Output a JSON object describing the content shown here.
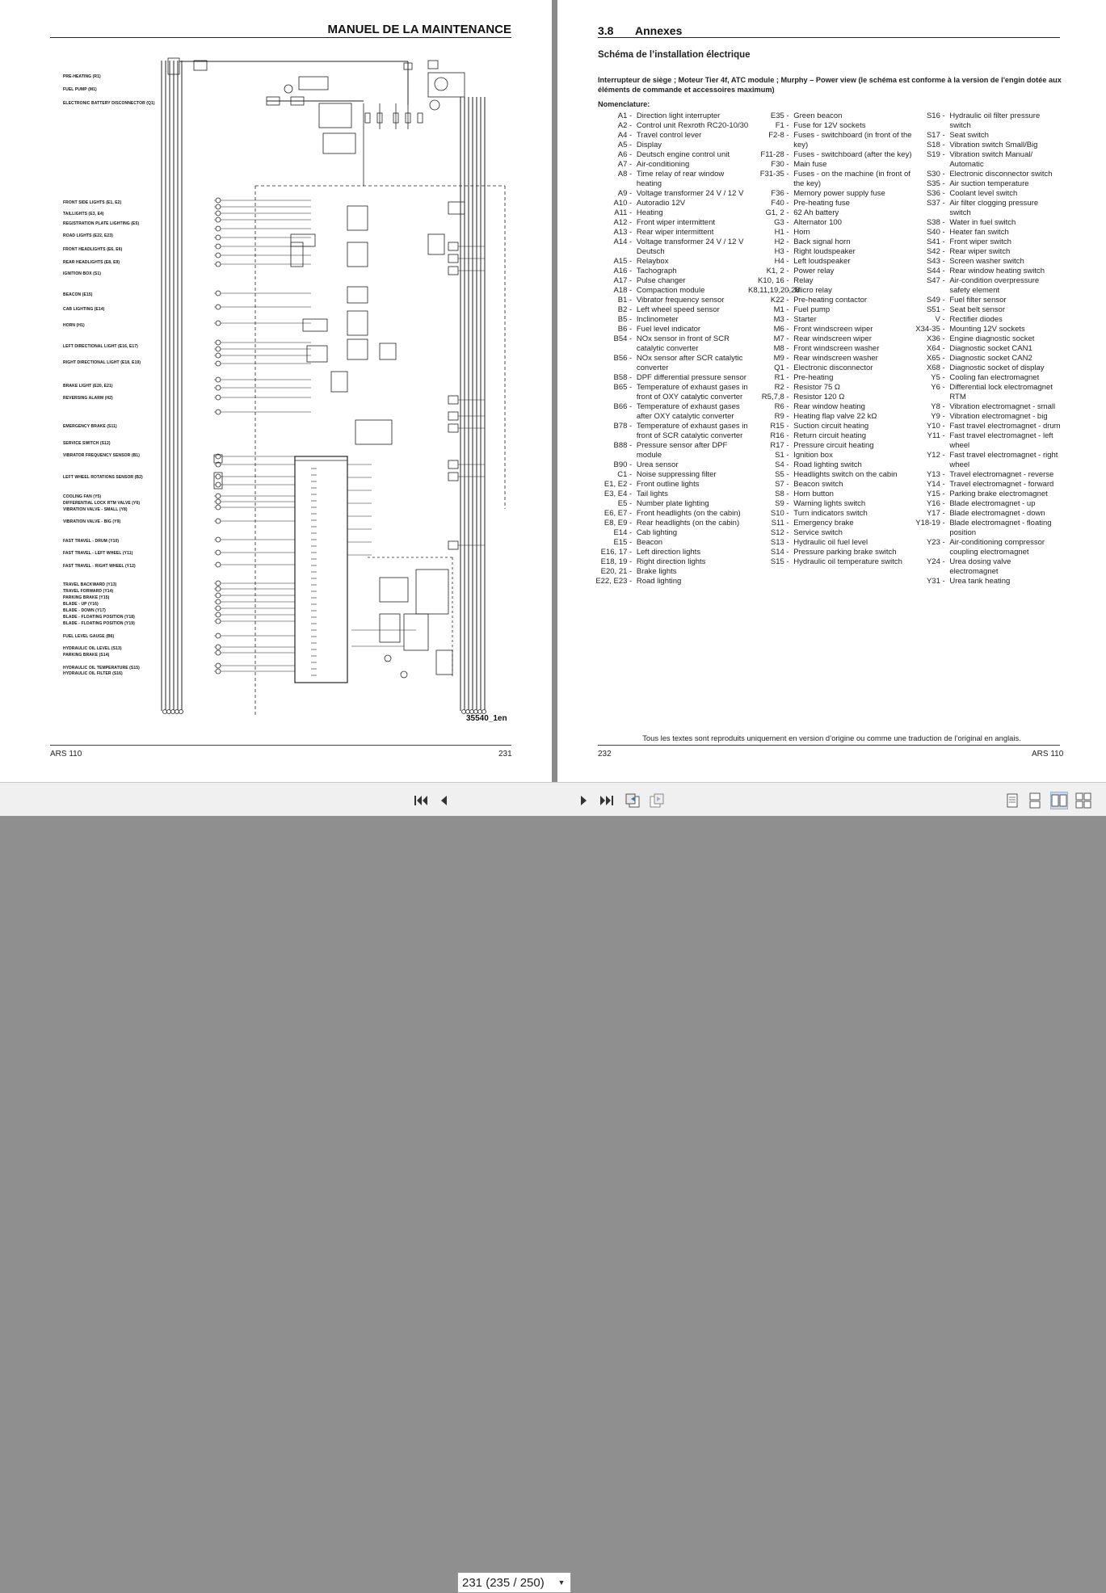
{
  "left_page": {
    "header": "MANUEL DE LA MAINTENANCE",
    "footer_left": "ARS 110",
    "footer_right": "231",
    "drawing_number": "35540_1en",
    "schematic_labels": [
      "PRE-HEATING (R1)",
      "FUEL PUMP (M1)",
      "ELECTRONIC BATTERY DISCONNECTOR (Q1)",
      "FRONT SIDE LIGHTS (E1, E2)",
      "TAILLIGHTS (E3, E4)",
      "REGISTRATION PLATE LIGHTING (E5)",
      "ROAD LIGHTS (E22, E23)",
      "FRONT HEADLIGHTS (E6, E6)",
      "REAR HEADLIGHTS (E8, E9)",
      "IGNITION BOX (S1)",
      "BEACON (E15)",
      "CAB LIGHTING (E14)",
      "HORN (H1)",
      "LEFT DIRECTIONAL LIGHT (E16, E17)",
      "RIGHT DIRECTIONAL LIGHT (E18, E19)",
      "BRAKE LIGHT (E20, E21)",
      "REVERSING ALARM (H2)",
      "EMERGENCY BRAKE (S11)",
      "SERVICE SWITCH (S12)",
      "VIBRATOR FREQUENCY SENSOR (B1)",
      "LEFT WHEEL ROTATIONS SENSOR (B2)",
      "COOLING FAN (Y5)",
      "DIFFERENTIAL LOCK RTM VALVE (Y6)",
      "VIBRATION VALVE - SMALL (Y8)",
      "VIBRATION VALVE - BIG (Y9)",
      "FAST TRAVEL - DRUM (Y10)",
      "FAST TRAVEL - LEFT WHEEL (Y11)",
      "FAST TRAVEL - RIGHT WHEEL (Y12)",
      "TRAVEL BACKWARD (Y13)",
      "TRAVEL FORWARD (Y14)",
      "PARKING BRAKE (Y15)",
      "BLADE - UP (Y16)",
      "BLADE - DOWN (Y17)",
      "BLADE - FLOATING POSITION (Y18)",
      "BLADE - FLOATING POSITION (Y19)",
      "FUEL LEVEL GAUGE (B6)",
      "HYDRAULIC OIL LEVEL (S13)",
      "PARKING BRAKE (S14)",
      "HYDRAULIC OIL TEMPERATURE (S15)",
      "HYDRAULIC OIL FILTER (S16)"
    ]
  },
  "right_page": {
    "section_number": "3.8",
    "section_title": "Annexes",
    "subtitle": "Schéma de l’installation électrique",
    "intro": "Interrupteur de siège ; Moteur Tier 4f, ATC module ; Murphy – Power view (le schéma est conforme à la version de l'engin dotée aux éléments de commande et accessoires maximum)",
    "nomenclature_label": "Nomenclature:",
    "columns": [
      [
        {
          "code": "A1",
          "desc": "Direction light interrupter"
        },
        {
          "code": "A2",
          "desc": "Control unit Rexroth RC20-10/30"
        },
        {
          "code": "A4",
          "desc": "Travel control lever"
        },
        {
          "code": "A5",
          "desc": "Display"
        },
        {
          "code": "A6",
          "desc": "Deutsch engine control unit"
        },
        {
          "code": "A7",
          "desc": "Air-conditioning"
        },
        {
          "code": "A8",
          "desc": "Time relay of rear window heating"
        },
        {
          "code": "A9",
          "desc": "Voltage transformer 24 V / 12 V"
        },
        {
          "code": "A10",
          "desc": "Autoradio 12V"
        },
        {
          "code": "A11",
          "desc": "Heating"
        },
        {
          "code": "A12",
          "desc": "Front wiper intermittent"
        },
        {
          "code": "A13",
          "desc": "Rear wiper intermittent"
        },
        {
          "code": "A14",
          "desc": "Voltage transformer 24 V / 12 V Deutsch"
        },
        {
          "code": "A15",
          "desc": "Relaybox"
        },
        {
          "code": "A16",
          "desc": "Tachograph"
        },
        {
          "code": "A17",
          "desc": "Pulse changer"
        },
        {
          "code": "A18",
          "desc": "Compaction module"
        },
        {
          "code": "B1",
          "desc": "Vibrator frequency sensor"
        },
        {
          "code": "B2",
          "desc": "Left wheel speed sensor"
        },
        {
          "code": "B5",
          "desc": "Inclinometer"
        },
        {
          "code": "B6",
          "desc": "Fuel level indicator"
        },
        {
          "code": "B54",
          "desc": "NOx sensor in front of SCR catalytic converter"
        },
        {
          "code": "B56",
          "desc": "NOx sensor after SCR catalytic converter"
        },
        {
          "code": "B58",
          "desc": "DPF differential pressure sensor"
        },
        {
          "code": "B65",
          "desc": "Temperature of exhaust gases in front of OXY catalytic converter"
        },
        {
          "code": "B66",
          "desc": "Temperature of exhaust gases after OXY catalytic converter"
        },
        {
          "code": "B78",
          "desc": "Temperature of exhaust gases in front of SCR catalytic converter"
        },
        {
          "code": "B88",
          "desc": "Pressure sensor after DPF module"
        },
        {
          "code": "B90",
          "desc": "Urea sensor"
        },
        {
          "code": "C1",
          "desc": "Noise suppressing filter"
        },
        {
          "code": "E1, E2",
          "desc": "Front outline lights"
        },
        {
          "code": "E3, E4",
          "desc": "Tail lights"
        },
        {
          "code": "E5",
          "desc": "Number plate lighting"
        },
        {
          "code": "E6, E7",
          "desc": "Front headlights (on the cabin)"
        },
        {
          "code": "E8, E9",
          "desc": "Rear headlights (on the cabin)"
        },
        {
          "code": "E14",
          "desc": "Cab lighting"
        },
        {
          "code": "E15",
          "desc": "Beacon"
        },
        {
          "code": "E16, 17",
          "desc": "Left direction lights"
        },
        {
          "code": "E18, 19",
          "desc": "Right direction lights"
        },
        {
          "code": "E20, 21",
          "desc": "Brake lights"
        },
        {
          "code": "E22, E23",
          "desc": "Road lighting"
        }
      ],
      [
        {
          "code": "E35",
          "desc": "Green beacon"
        },
        {
          "code": "F1",
          "desc": "Fuse for 12V sockets"
        },
        {
          "code": "F2-8",
          "desc": "Fuses - switchboard (in front of the key)"
        },
        {
          "code": "F11-28",
          "desc": "Fuses - switchboard (after the key)"
        },
        {
          "code": "F30",
          "desc": "Main fuse"
        },
        {
          "code": "F31-35",
          "desc": "Fuses - on the machine (in front of the key)"
        },
        {
          "code": "F36",
          "desc": "Memory power supply fuse"
        },
        {
          "code": "F40",
          "desc": "Pre-heating fuse"
        },
        {
          "code": "G1, 2",
          "desc": "62 Ah battery"
        },
        {
          "code": "G3",
          "desc": "Alternator 100"
        },
        {
          "code": "H1",
          "desc": "Horn"
        },
        {
          "code": "H2",
          "desc": "Back signal horn"
        },
        {
          "code": "H3",
          "desc": "Right loudspeaker"
        },
        {
          "code": "H4",
          "desc": "Left loudspeaker"
        },
        {
          "code": "K1, 2",
          "desc": "Power relay"
        },
        {
          "code": "K10, 16",
          "desc": "Relay"
        },
        {
          "code": "K8,11,19,20,28",
          "desc": "Micro relay"
        },
        {
          "code": "K22",
          "desc": "Pre-heating contactor"
        },
        {
          "code": "M1",
          "desc": "Fuel pump"
        },
        {
          "code": "M3",
          "desc": "Starter"
        },
        {
          "code": "M6",
          "desc": "Front windscreen wiper"
        },
        {
          "code": "M7",
          "desc": "Rear windscreen wiper"
        },
        {
          "code": "M8",
          "desc": "Front windscreen washer"
        },
        {
          "code": "M9",
          "desc": "Rear windscreen washer"
        },
        {
          "code": "Q1",
          "desc": "Electronic disconnector"
        },
        {
          "code": "R1",
          "desc": "Pre-heating"
        },
        {
          "code": "R2",
          "desc": "Resistor 75 Ω"
        },
        {
          "code": "R5,7,8",
          "desc": "Resistor 120 Ω"
        },
        {
          "code": "R6",
          "desc": "Rear window heating"
        },
        {
          "code": "R9",
          "desc": "Heating flap valve 22 kΩ"
        },
        {
          "code": "R15",
          "desc": "Suction circuit heating"
        },
        {
          "code": "R16",
          "desc": "Return circuit heating"
        },
        {
          "code": "R17",
          "desc": "Pressure circuit heating"
        },
        {
          "code": "S1",
          "desc": "Ignition box"
        },
        {
          "code": "S4",
          "desc": "Road lighting switch"
        },
        {
          "code": "S5",
          "desc": "Headlights switch on the cabin"
        },
        {
          "code": "S7",
          "desc": "Beacon switch"
        },
        {
          "code": "S8",
          "desc": "Horn button"
        },
        {
          "code": "S9",
          "desc": "Warning lights switch"
        },
        {
          "code": "S10",
          "desc": "Turn indicators switch"
        },
        {
          "code": "S11",
          "desc": "Emergency brake"
        },
        {
          "code": "S12",
          "desc": "Service switch"
        },
        {
          "code": "S13",
          "desc": "Hydraulic oil fuel level"
        },
        {
          "code": "S14",
          "desc": "Pressure parking brake switch"
        },
        {
          "code": "S15",
          "desc": "Hydraulic oil temperature switch"
        }
      ],
      [
        {
          "code": "S16",
          "desc": "Hydraulic oil filter pressure switch"
        },
        {
          "code": "S17",
          "desc": "Seat switch"
        },
        {
          "code": "S18",
          "desc": "Vibration switch Small/Big"
        },
        {
          "code": "S19",
          "desc": "Vibration switch Manual/ Automatic"
        },
        {
          "code": "S30",
          "desc": "Electronic disconnector switch"
        },
        {
          "code": "S35",
          "desc": "Air suction temperature"
        },
        {
          "code": "S36",
          "desc": "Coolant level switch"
        },
        {
          "code": "S37",
          "desc": "Air filter clogging pressure switch"
        },
        {
          "code": "S38",
          "desc": "Water in fuel switch"
        },
        {
          "code": "S40",
          "desc": "Heater fan switch"
        },
        {
          "code": "S41",
          "desc": "Front wiper switch"
        },
        {
          "code": "S42",
          "desc": "Rear wiper switch"
        },
        {
          "code": "S43",
          "desc": "Screen washer switch"
        },
        {
          "code": "S44",
          "desc": "Rear window heating switch"
        },
        {
          "code": "S47",
          "desc": "Air-condition overpressure safety element"
        },
        {
          "code": "S49",
          "desc": "Fuel filter sensor"
        },
        {
          "code": "S51",
          "desc": "Seat belt sensor"
        },
        {
          "code": "V",
          "desc": "Rectifier diodes"
        },
        {
          "code": "X34-35",
          "desc": "Mounting 12V sockets"
        },
        {
          "code": "X36",
          "desc": "Engine diagnostic socket"
        },
        {
          "code": "X64",
          "desc": "Diagnostic socket CAN1"
        },
        {
          "code": "X65",
          "desc": "Diagnostic socket CAN2"
        },
        {
          "code": "X68",
          "desc": "Diagnostic socket of display"
        },
        {
          "code": "Y5",
          "desc": "Cooling fan electromagnet"
        },
        {
          "code": "Y6",
          "desc": "Differential lock electromagnet RTM"
        },
        {
          "code": "Y8",
          "desc": "Vibration electromagnet - small"
        },
        {
          "code": "Y9",
          "desc": "Vibration electromagnet - big"
        },
        {
          "code": "Y10",
          "desc": "Fast travel electromagnet - drum"
        },
        {
          "code": "Y11",
          "desc": "Fast travel electromagnet - left wheel"
        },
        {
          "code": "Y12",
          "desc": "Fast travel electromagnet - right wheel"
        },
        {
          "code": "Y13",
          "desc": "Travel electromagnet - reverse"
        },
        {
          "code": "Y14",
          "desc": "Travel electromagnet - forward"
        },
        {
          "code": "Y15",
          "desc": "Parking brake electromagnet"
        },
        {
          "code": "Y16",
          "desc": "Blade electromagnet - up"
        },
        {
          "code": "Y17",
          "desc": "Blade electromagnet - down"
        },
        {
          "code": "Y18-19",
          "desc": "Blade electromagnet - floating position"
        },
        {
          "code": "Y23",
          "desc": "Air-conditioning compressor coupling electromagnet"
        },
        {
          "code": "Y24",
          "desc": "Urea dosing valve electromagnet"
        },
        {
          "code": "Y31",
          "desc": "Urea tank heating"
        }
      ]
    ],
    "translation_note": "Tous les textes sont reproduits uniquement en version d’origine ou comme une traduction de l’original en anglais.",
    "footer_left": "232",
    "footer_right": "ARS 110"
  },
  "toolbar": {
    "page_indicator": "231 (235 / 250)",
    "icons": [
      "first-page-icon",
      "previous-page-icon",
      "next-page-icon",
      "last-page-icon",
      "previous-view-icon",
      "next-view-icon",
      "single-page-view-icon",
      "continuous-view-icon",
      "two-page-view-icon",
      "two-page-continuous-view-icon"
    ]
  }
}
